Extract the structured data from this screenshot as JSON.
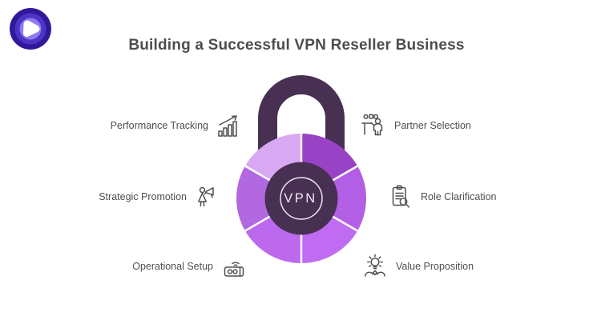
{
  "logo": {
    "name": "vpn-brand-logo",
    "colors": {
      "outer": "#31189b",
      "mid": "#4e33c6",
      "inner": "#8d7cf0",
      "core": "#ffffff"
    }
  },
  "header": {
    "title": "Building a Successful VPN Reseller Business",
    "title_color": "#4d4d4d"
  },
  "lock": {
    "center_label": "VPN",
    "body_color": "#473052",
    "ring_color": "#ece8f0",
    "divider_color": "#ffffff",
    "segments": [
      {
        "position": "top-right",
        "color": "#9843c6"
      },
      {
        "position": "right",
        "color": "#b35fe5"
      },
      {
        "position": "bottom-right",
        "color": "#bf6cf2"
      },
      {
        "position": "bottom-left",
        "color": "#bc69ee"
      },
      {
        "position": "left",
        "color": "#b168e0"
      },
      {
        "position": "top-left",
        "color": "#d9a8f3"
      }
    ]
  },
  "items": [
    {
      "label": "Performance Tracking",
      "icon": "growth-chart-icon",
      "side": "left"
    },
    {
      "label": "Partner Selection",
      "icon": "partner-selection-icon",
      "side": "right"
    },
    {
      "label": "Strategic Promotion",
      "icon": "megaphone-person-icon",
      "side": "left"
    },
    {
      "label": "Role Clarification",
      "icon": "clipboard-magnifier-icon",
      "side": "right"
    },
    {
      "label": "Operational Setup",
      "icon": "router-device-icon",
      "side": "left"
    },
    {
      "label": "Value Proposition",
      "icon": "lightbulb-hands-icon",
      "side": "right"
    }
  ],
  "text_color": "#4f4f4f",
  "background": "#ffffff"
}
